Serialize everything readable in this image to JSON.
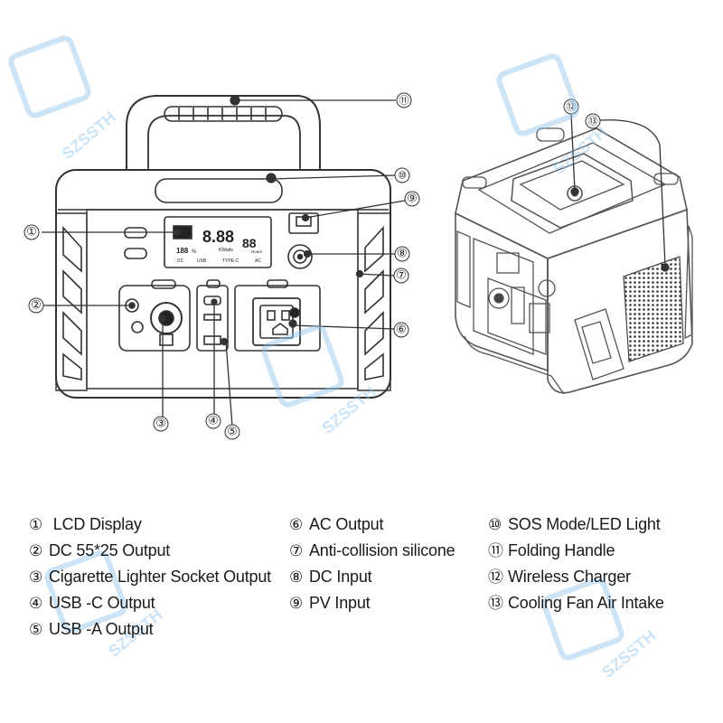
{
  "watermark": {
    "text": "SZSSTH",
    "color": "#8ec3ea"
  },
  "lcd": {
    "digits_left": "8.88",
    "percent": "188",
    "percent_sign": "%",
    "unit_kwatts": "KWatts",
    "digits_right": "88",
    "unit_hours": "Hours",
    "port_dc": "DC",
    "port_usb": "USB",
    "port_typec": "TYPE-C",
    "port_ac": "AC"
  },
  "callouts": [
    "①",
    "②",
    "③",
    "④",
    "⑤",
    "⑥",
    "⑦",
    "⑧",
    "⑨",
    "⑩",
    "⑪",
    "⑫",
    "⑬"
  ],
  "legend": {
    "columns": [
      [
        {
          "num": "①",
          "label": " LCD Display"
        },
        {
          "num": "②",
          "label": "DC 55*25 Output"
        },
        {
          "num": "③",
          "label": "Cigarette Lighter Socket Output"
        },
        {
          "num": "④",
          "label": "USB -C Output"
        },
        {
          "num": "⑤",
          "label": "USB -A Output"
        }
      ],
      [
        {
          "num": "⑥",
          "label": "AC Output"
        },
        {
          "num": "⑦",
          "label": "Anti-collision silicone"
        },
        {
          "num": "⑧",
          "label": "DC Input"
        },
        {
          "num": "⑨",
          "label": "PV Input"
        }
      ],
      [
        {
          "num": "⑩",
          "label": "SOS Mode/LED Light"
        },
        {
          "num": "⑪",
          "label": "Folding Handle"
        },
        {
          "num": "⑫",
          "label": "Wireless Charger"
        },
        {
          "num": "⑬",
          "label": "Cooling Fan Air  Intake"
        }
      ]
    ]
  }
}
